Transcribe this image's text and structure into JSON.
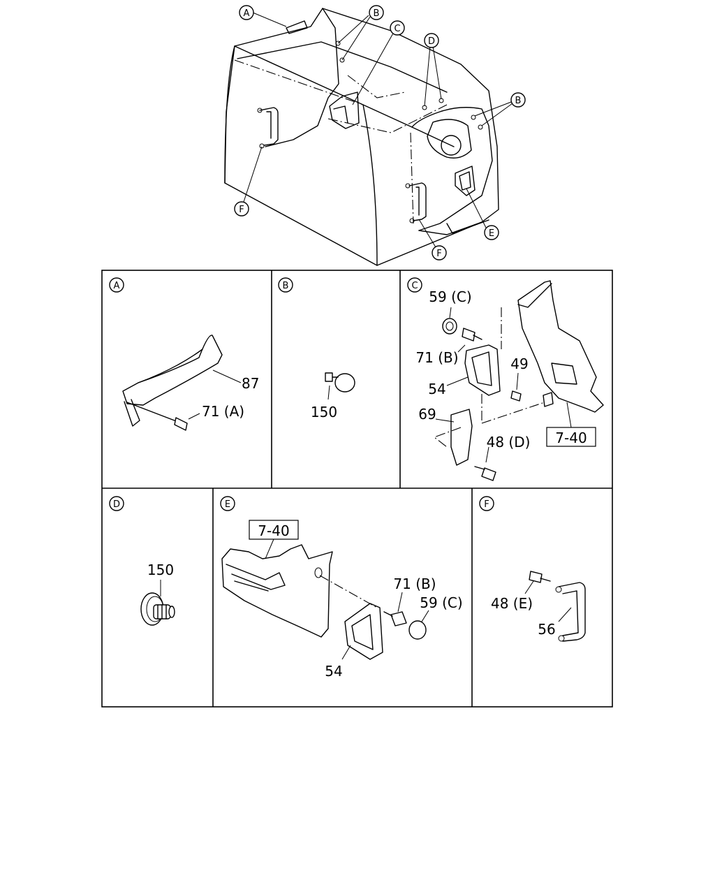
{
  "overview": {
    "callouts": [
      {
        "id": "A",
        "letter": "A"
      },
      {
        "id": "B1",
        "letter": "B"
      },
      {
        "id": "C",
        "letter": "C"
      },
      {
        "id": "D",
        "letter": "D"
      },
      {
        "id": "B2",
        "letter": "B"
      },
      {
        "id": "F1",
        "letter": "F"
      },
      {
        "id": "E",
        "letter": "E"
      },
      {
        "id": "F2",
        "letter": "F"
      }
    ]
  },
  "panels": {
    "A": {
      "letter": "A",
      "labels": [
        "87",
        "71 (A)"
      ]
    },
    "B": {
      "letter": "B",
      "labels": [
        "150"
      ]
    },
    "C": {
      "letter": "C",
      "labels": [
        "59 (C)",
        "71 (B)",
        "49",
        "54",
        "69",
        "48 (D)"
      ],
      "ref": "7-40"
    },
    "D": {
      "letter": "D",
      "labels": [
        "150"
      ]
    },
    "E": {
      "letter": "E",
      "labels": [
        "71 (B)",
        "59 (C)",
        "54"
      ],
      "ref": "7-40"
    },
    "F": {
      "letter": "F",
      "labels": [
        "48 (E)",
        "56"
      ]
    }
  }
}
